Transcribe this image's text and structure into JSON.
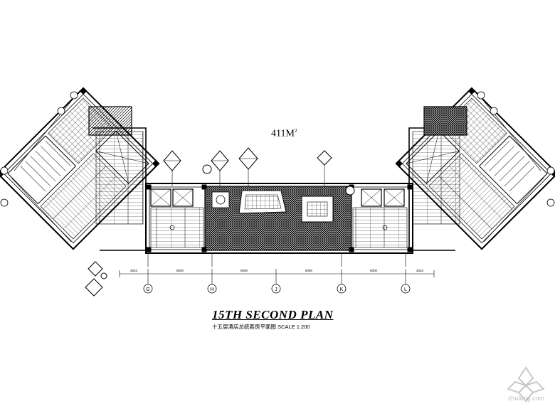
{
  "drawing": {
    "area_label": "411M",
    "area_superscript": "2",
    "title": "15TH SECOND PLAN",
    "subtitle": "十五层酒店总统套房平面图 SCALE 1:200",
    "watermark": "zhulong.com",
    "grid_axes": [
      "G",
      "H",
      "J",
      "K",
      "L"
    ],
    "dimensions": [
      "2532",
      "6000",
      "6000",
      "6000",
      "6000",
      "2532"
    ]
  }
}
